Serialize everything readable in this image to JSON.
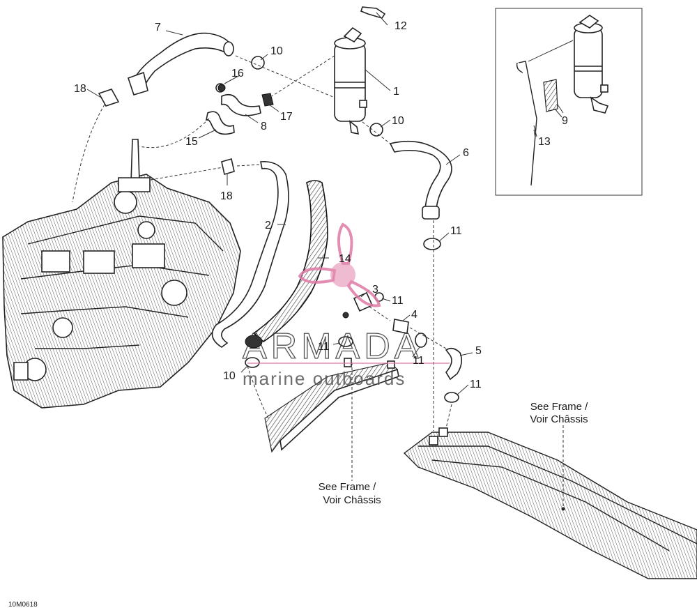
{
  "callouts": [
    {
      "id": "c1",
      "num": "1"
    },
    {
      "id": "c2",
      "num": "2"
    },
    {
      "id": "c3",
      "num": "3"
    },
    {
      "id": "c4",
      "num": "4"
    },
    {
      "id": "c5",
      "num": "5"
    },
    {
      "id": "c6",
      "num": "6"
    },
    {
      "id": "c7",
      "num": "7"
    },
    {
      "id": "c8",
      "num": "8"
    },
    {
      "id": "c9",
      "num": "9"
    },
    {
      "id": "c10a",
      "num": "10"
    },
    {
      "id": "c10b",
      "num": "10"
    },
    {
      "id": "c10c",
      "num": "10"
    },
    {
      "id": "c11a",
      "num": "11"
    },
    {
      "id": "c11b",
      "num": "11"
    },
    {
      "id": "c11c",
      "num": "11"
    },
    {
      "id": "c11d",
      "num": "11"
    },
    {
      "id": "c11e",
      "num": "11"
    },
    {
      "id": "c12",
      "num": "12"
    },
    {
      "id": "c13",
      "num": "13"
    },
    {
      "id": "c14",
      "num": "14"
    },
    {
      "id": "c15",
      "num": "15"
    },
    {
      "id": "c16",
      "num": "16"
    },
    {
      "id": "c17",
      "num": "17"
    },
    {
      "id": "c18a",
      "num": "18"
    },
    {
      "id": "c18b",
      "num": "18"
    }
  ],
  "notes": {
    "frame_right_line1": "See Frame /",
    "frame_right_line2": "Voir Châssis",
    "frame_bottom_line1": "See Frame /",
    "frame_bottom_line2": "Voir Châssis"
  },
  "diagram_code": "10M0618",
  "watermark": {
    "title": "ARMADA",
    "subtitle": "marine outboards",
    "color": "#e07aa6"
  },
  "colors": {
    "line": "#222222",
    "background": "#ffffff"
  }
}
